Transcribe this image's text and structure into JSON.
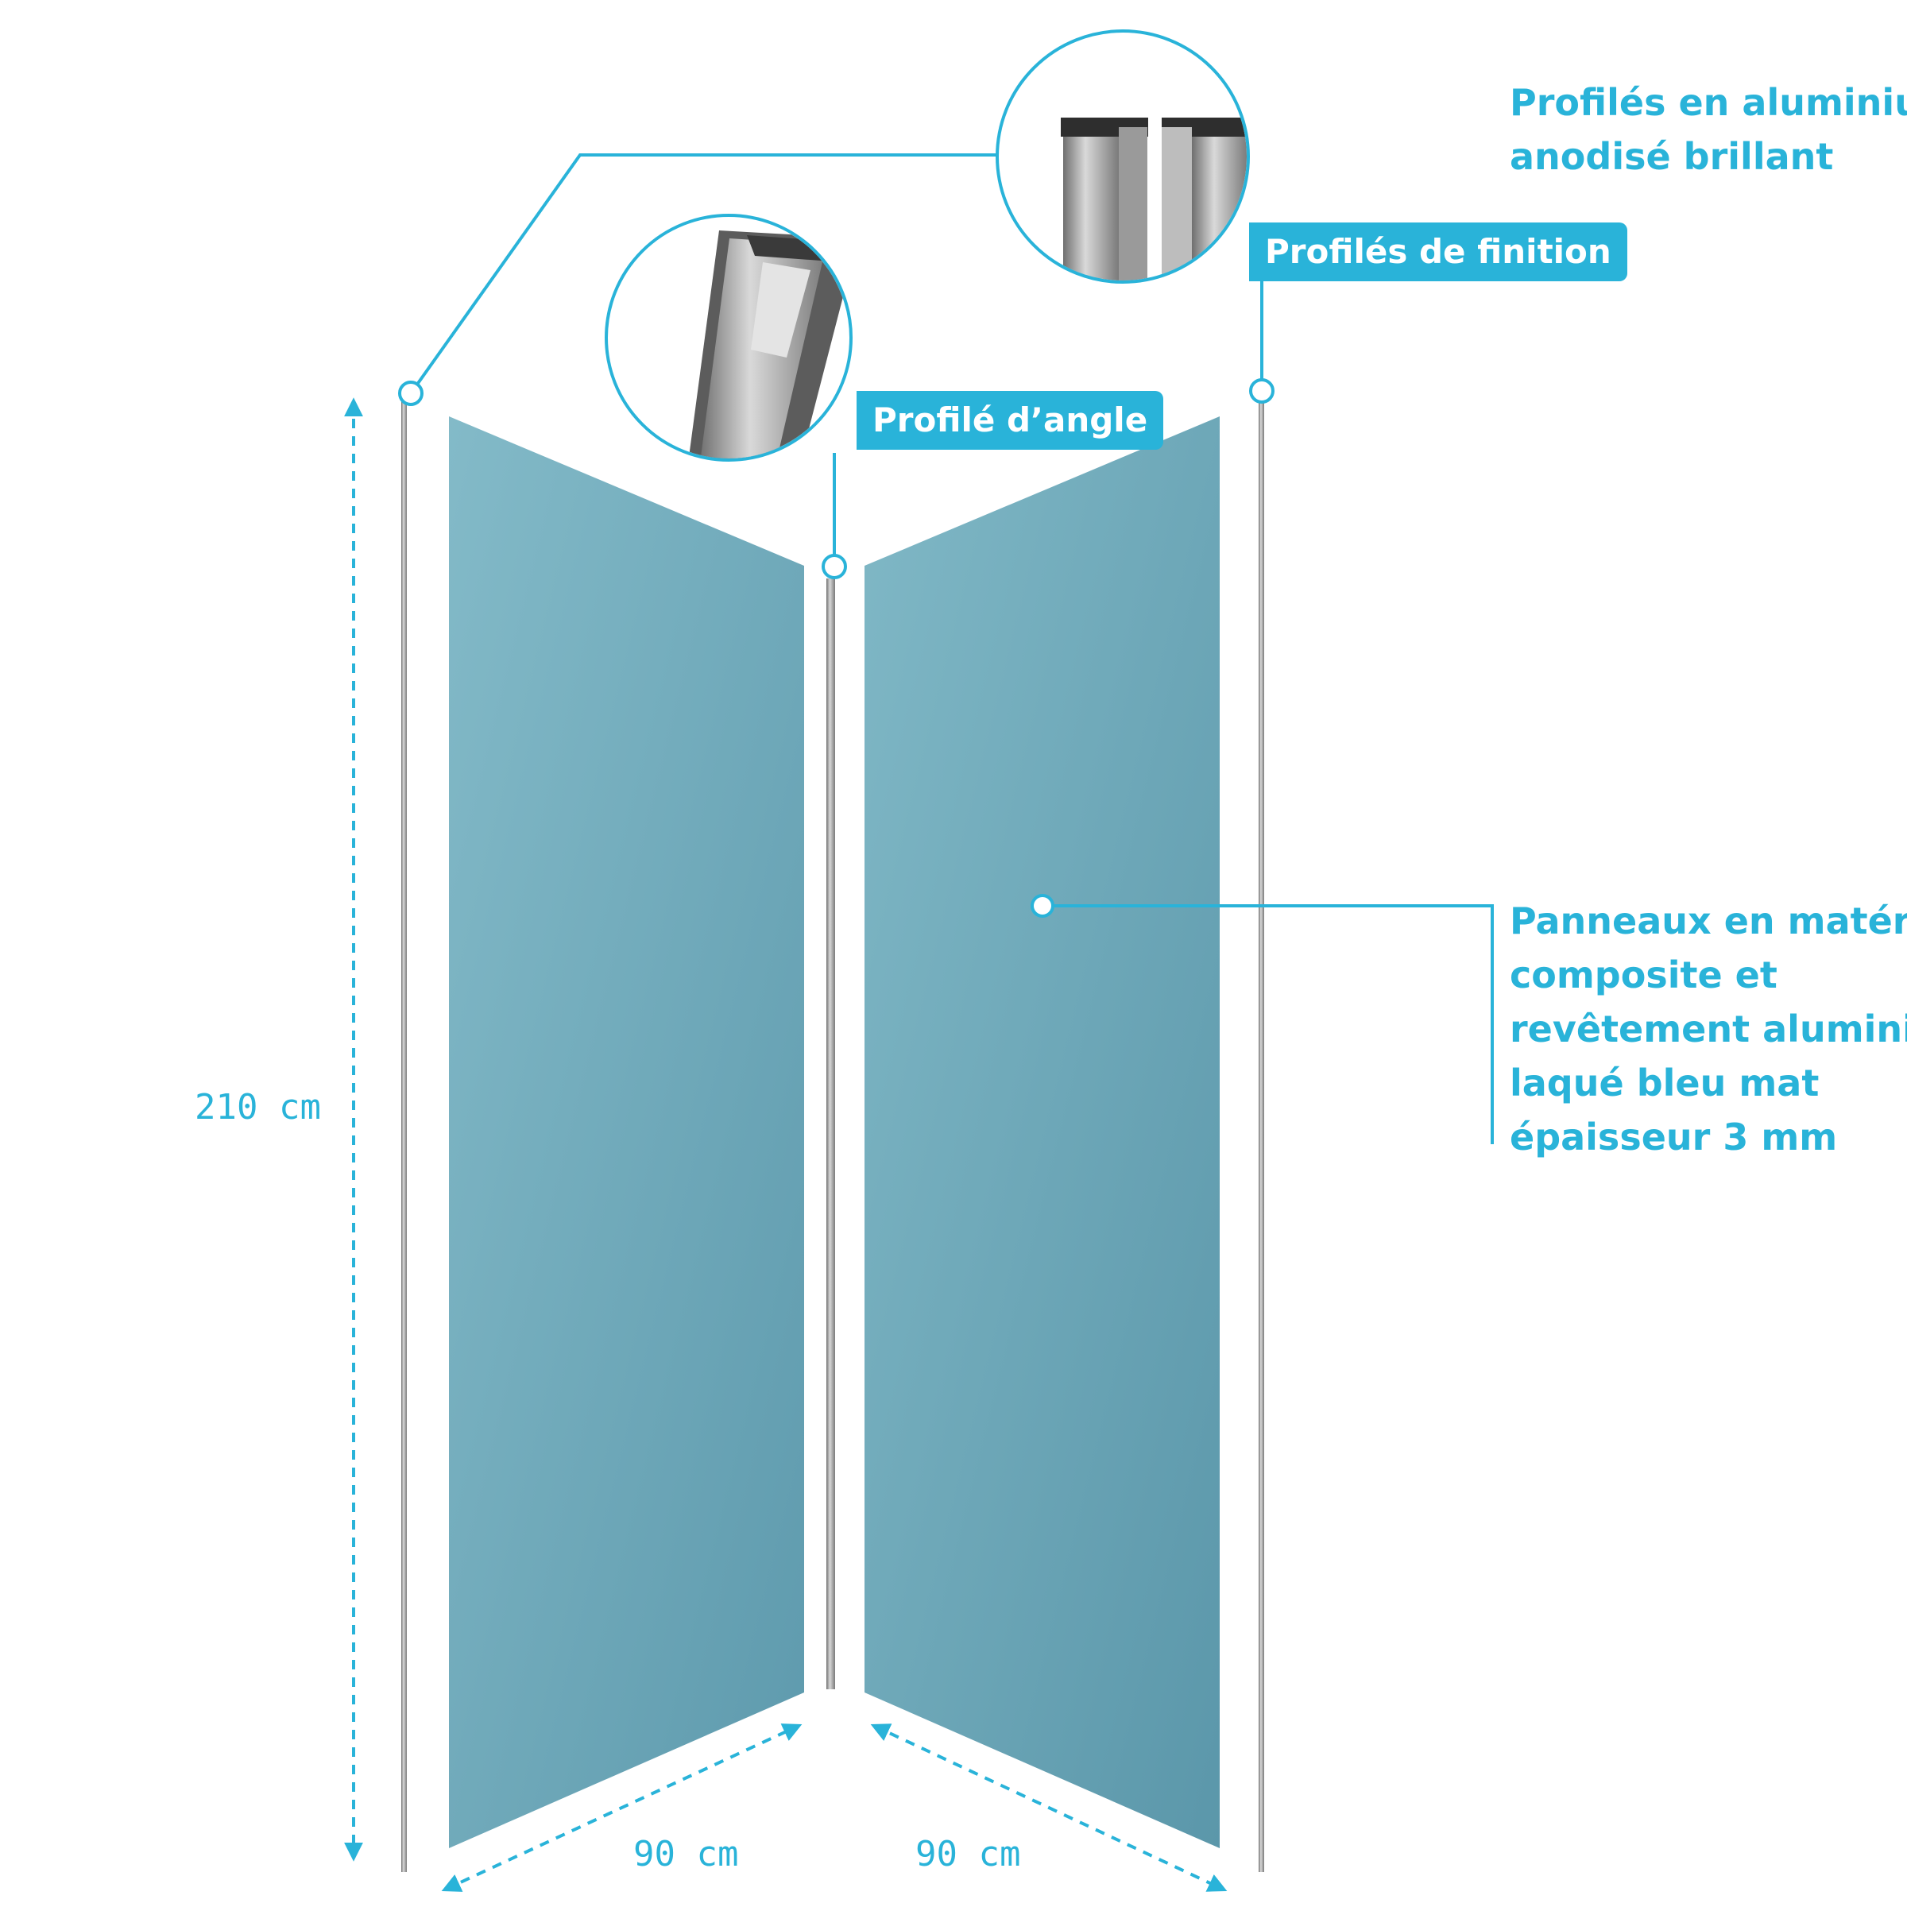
{
  "labels": {
    "profiles_aluminium": [
      "Profilés en aluminium",
      "anodisé brillant"
    ],
    "finishing_tag": "Profilés de finition",
    "corner_tag": "Profilé d’angle",
    "panels_desc": [
      "Panneaux en matériau",
      "composite et",
      "revêtement aluminium",
      "laqué bleu mat",
      "épaisseur 3 mm"
    ]
  },
  "dimensions": {
    "height": "210 cm",
    "width_left": "90 cm",
    "width_right": "90 cm"
  },
  "colors": {
    "accent": "#29b3d9",
    "panel_light": "#7fb6c4",
    "panel_dark": "#5a98ab",
    "profile_metal": "#a8a8a8"
  }
}
